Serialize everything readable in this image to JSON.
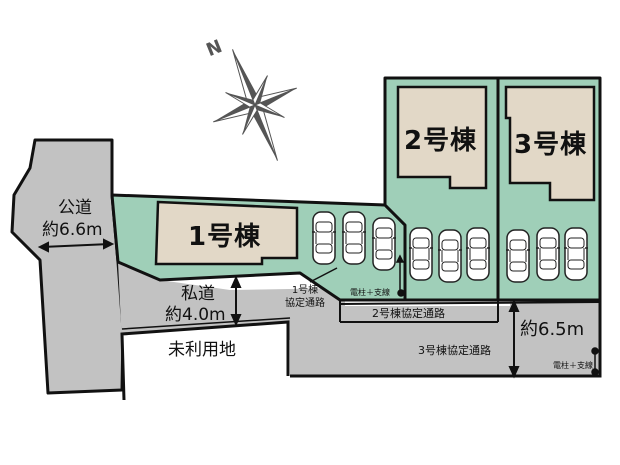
{
  "compass": {
    "icon": "compass-rose-icon",
    "north_label": "N"
  },
  "lots": [
    {
      "id": "1",
      "label": "1号棟",
      "parking_spaces": 3
    },
    {
      "id": "2",
      "label": "2号棟",
      "parking_spaces": 3
    },
    {
      "id": "3",
      "label": "3号棟",
      "parking_spaces": 3
    }
  ],
  "roads": {
    "public": {
      "name": "公道",
      "width": "約6.6m"
    },
    "private": {
      "name": "私道",
      "width": "約4.0m"
    },
    "shared_1": {
      "line1": "1号棟",
      "line2": "協定通路"
    },
    "shared_2": {
      "label": "2号棟協定通路"
    },
    "shared_3": {
      "label": "3号棟協定通路",
      "width": "約6.5m"
    }
  },
  "unused_land": "未利用地",
  "utility_poles": [
    {
      "label": "電柱＋支線"
    },
    {
      "label": "電柱＋支線"
    }
  ],
  "colors": {
    "road": "#c2c2c2",
    "lot_green": "#9fcfb8",
    "house": "#e2d8c7",
    "outline": "#111111"
  }
}
